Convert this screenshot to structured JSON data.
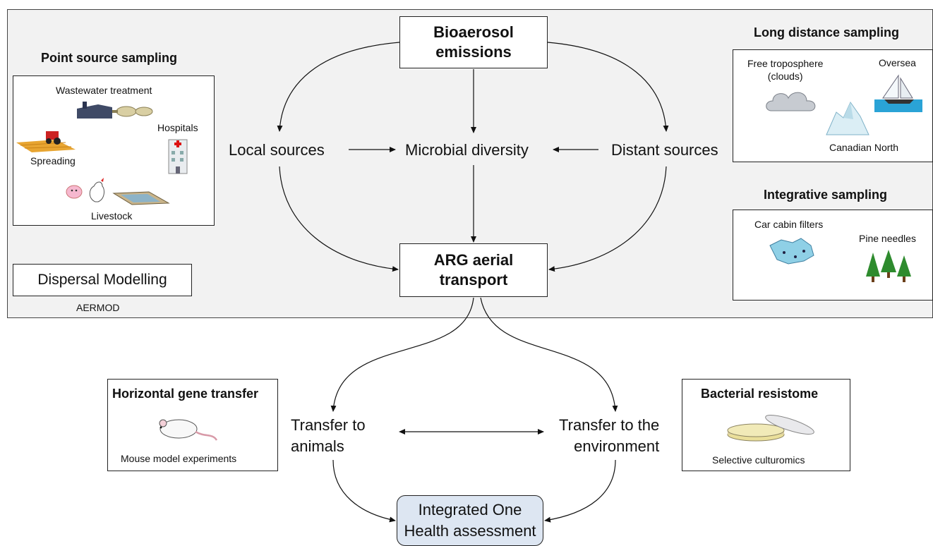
{
  "center": {
    "emissions": [
      "Bioaerosol",
      "emissions"
    ],
    "transport": [
      "ARG aerial",
      "transport"
    ],
    "local": "Local sources",
    "microbial": "Microbial diversity",
    "distant": "Distant sources",
    "to_animals": [
      "Transfer to",
      "animals"
    ],
    "to_environment": [
      "Transfer to the",
      "environment"
    ],
    "onehealth": [
      "Integrated One",
      "Health assessment"
    ]
  },
  "point_source": {
    "title": "Point source sampling",
    "wastewater": "Wastewater treatment",
    "hospitals": "Hospitals",
    "spreading": "Spreading",
    "livestock": "Livestock"
  },
  "dispersal": {
    "label": "Dispersal Modelling",
    "sublabel": "AERMOD"
  },
  "long_distance": {
    "title": "Long distance sampling",
    "free_trop": [
      "Free troposphere",
      "(clouds)"
    ],
    "oversea": "Oversea",
    "canadian_north": "Canadian North"
  },
  "integrative": {
    "title": "Integrative sampling",
    "car_cabin": "Car cabin filters",
    "pine": "Pine needles"
  },
  "hgt": {
    "title": "Horizontal gene transfer",
    "caption": "Mouse model experiments"
  },
  "resistome": {
    "title": "Bacterial resistome",
    "caption": "Selective culturomics"
  },
  "colors": {
    "panel": "#f2f2f2",
    "onehealth_fill": "#dde6f2",
    "tree": "#2e8b2e",
    "tractor": "#cc2222",
    "field": "#e8a531"
  }
}
